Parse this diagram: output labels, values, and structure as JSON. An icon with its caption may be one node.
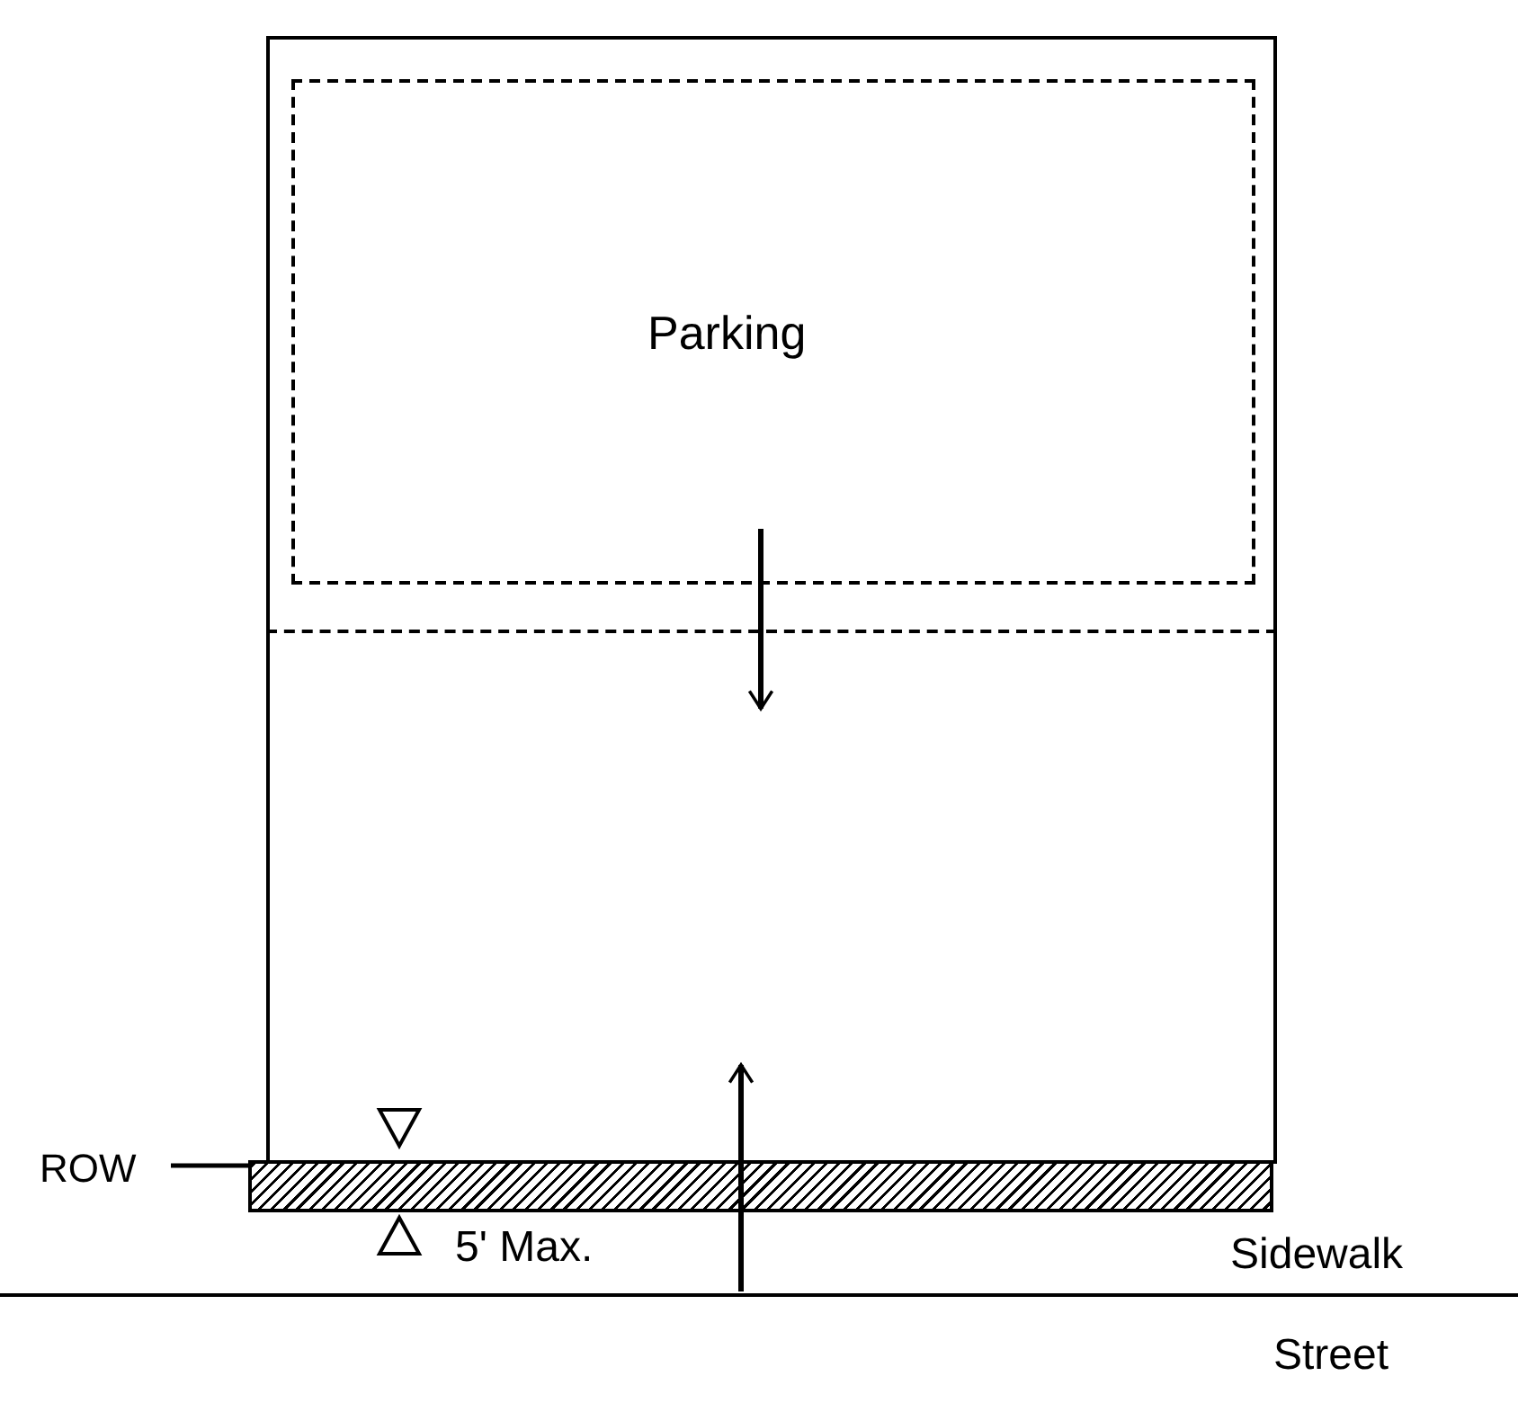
{
  "diagram": {
    "nodes": [
      {
        "text": [],
        "shape": "box"
      },
      {
        "text": [
          "Parking"
        ],
        "in": 0
      },
      {
        "text": [],
        "shape": "box",
        "in": 0
      },
      {
        "text": [],
        "shape": "bar"
      },
      {
        "text": [
          "ROW"
        ]
      }
    ],
    "edges": [
      {
        "from": 1,
        "to": 2,
        "arrow": "to"
      },
      {
        "from": null,
        "to": 2,
        "arrow": "to"
      },
      {
        "from": 4,
        "to": 3,
        "arrow": "none"
      }
    ],
    "labels": [
      "5' Max.",
      "Sidewalk",
      "Street"
    ]
  }
}
